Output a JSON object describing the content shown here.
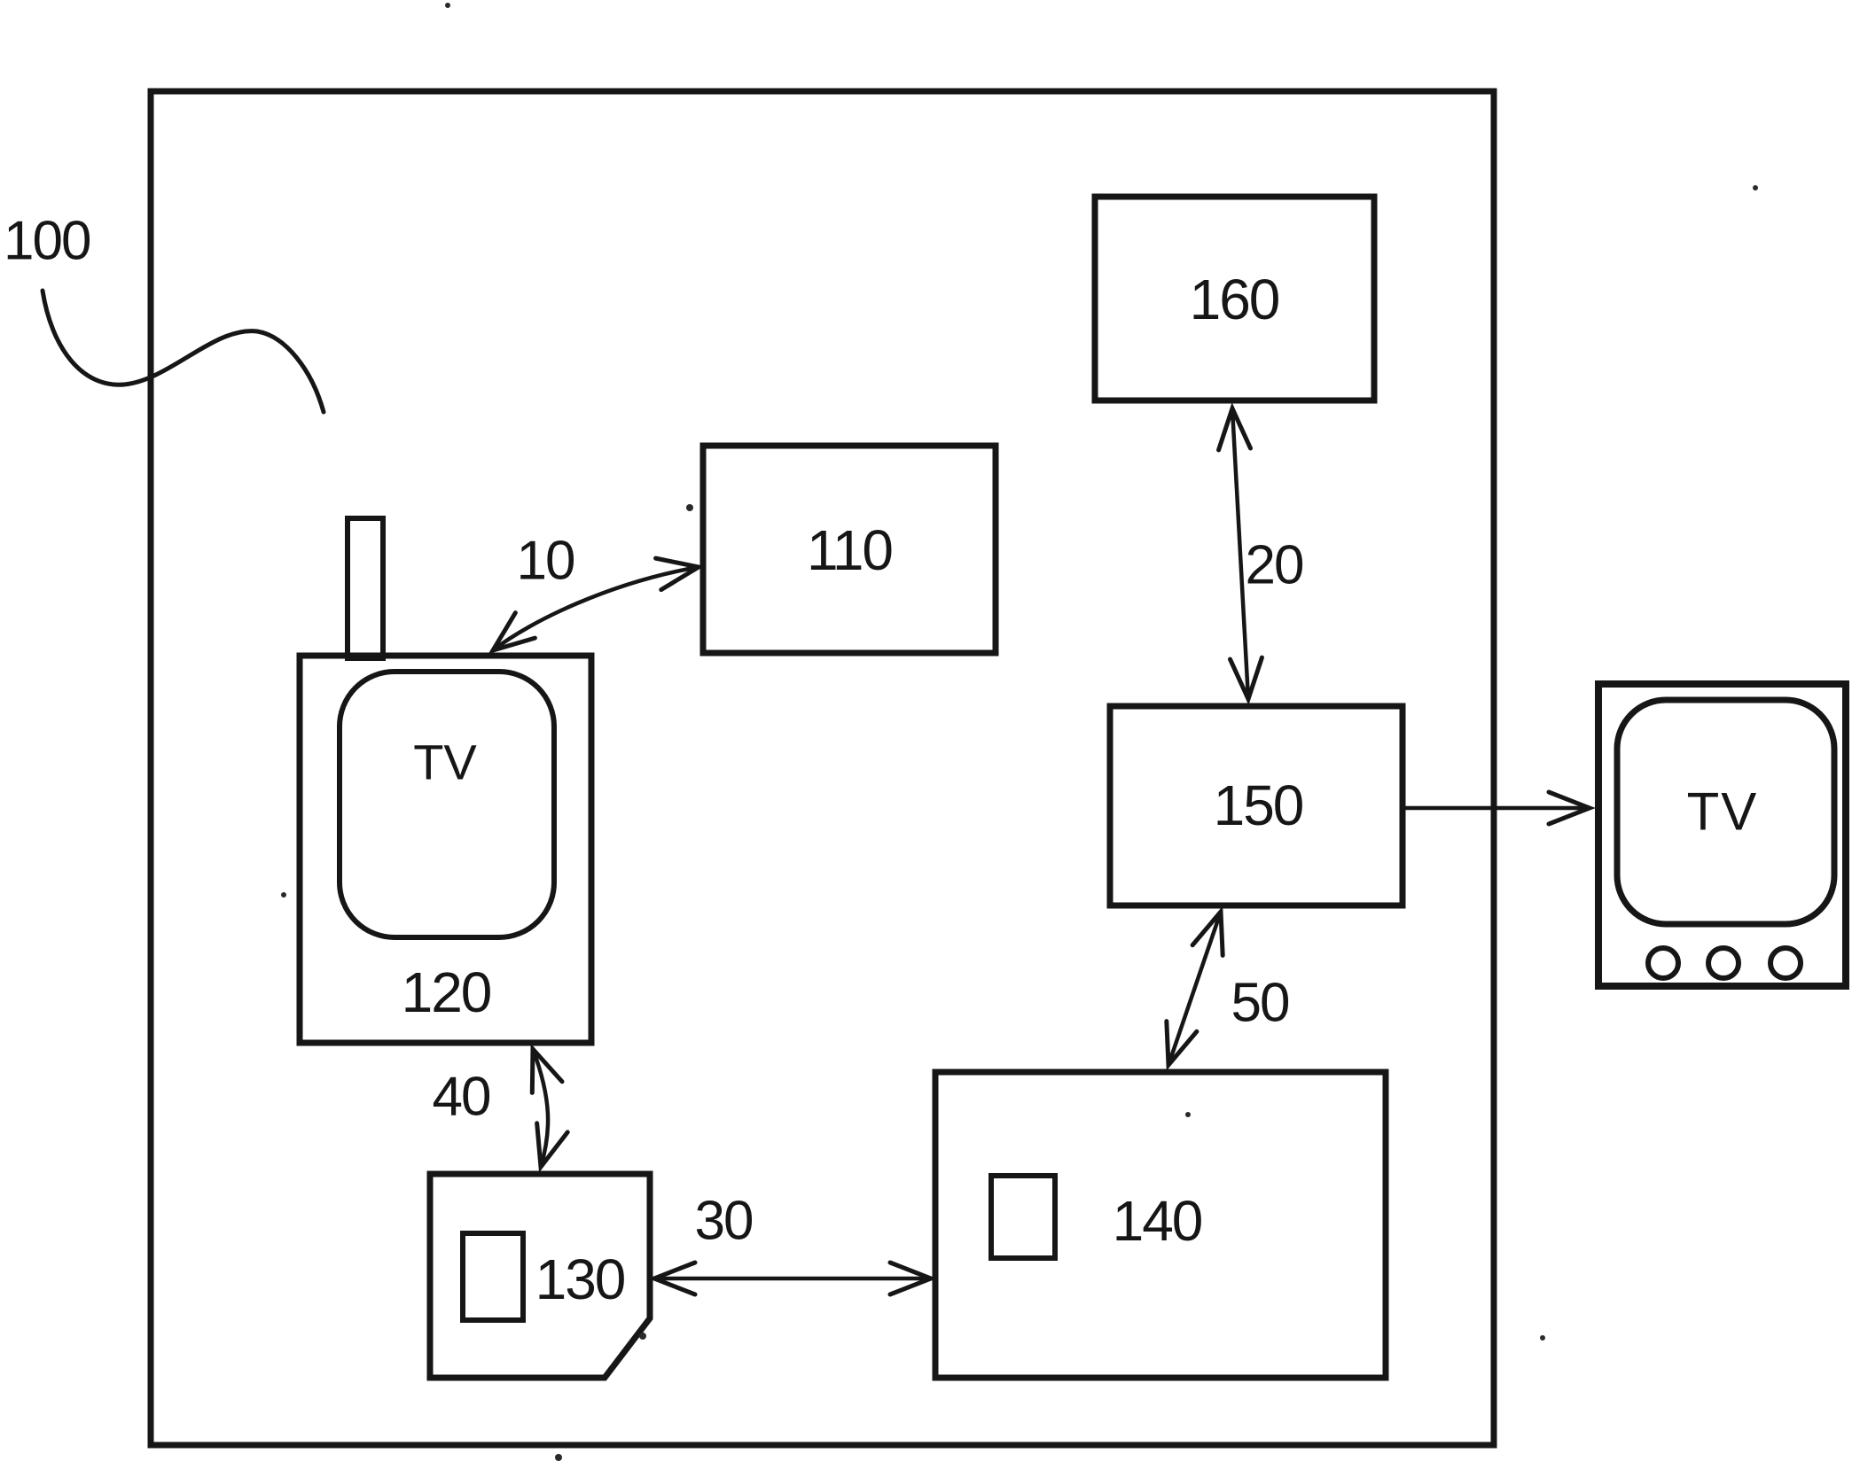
{
  "figure": {
    "background": "#ffffff",
    "ink": "#161616",
    "system": {
      "ref": "100"
    },
    "nodes": [
      {
        "id": "box-110",
        "label": "110"
      },
      {
        "id": "phone-120",
        "label": "120",
        "screen_label": "TV"
      },
      {
        "id": "sim-130",
        "label": "130"
      },
      {
        "id": "module-140",
        "label": "140"
      },
      {
        "id": "box-150",
        "label": "150"
      },
      {
        "id": "box-160",
        "label": "160"
      },
      {
        "id": "external-tv",
        "label": "TV"
      }
    ],
    "links": [
      {
        "ref": "10",
        "between": [
          "120",
          "110"
        ],
        "style": "double-arrow-curved"
      },
      {
        "ref": "20",
        "between": [
          "160",
          "150"
        ],
        "style": "double-arrow"
      },
      {
        "ref": "30",
        "between": [
          "130",
          "140"
        ],
        "style": "double-arrow"
      },
      {
        "ref": "40",
        "between": [
          "120",
          "130"
        ],
        "style": "double-arrow"
      },
      {
        "ref": "50",
        "between": [
          "150",
          "140"
        ],
        "style": "double-arrow"
      },
      {
        "ref": "",
        "between": [
          "150",
          "TV"
        ],
        "style": "single-arrow"
      }
    ]
  }
}
